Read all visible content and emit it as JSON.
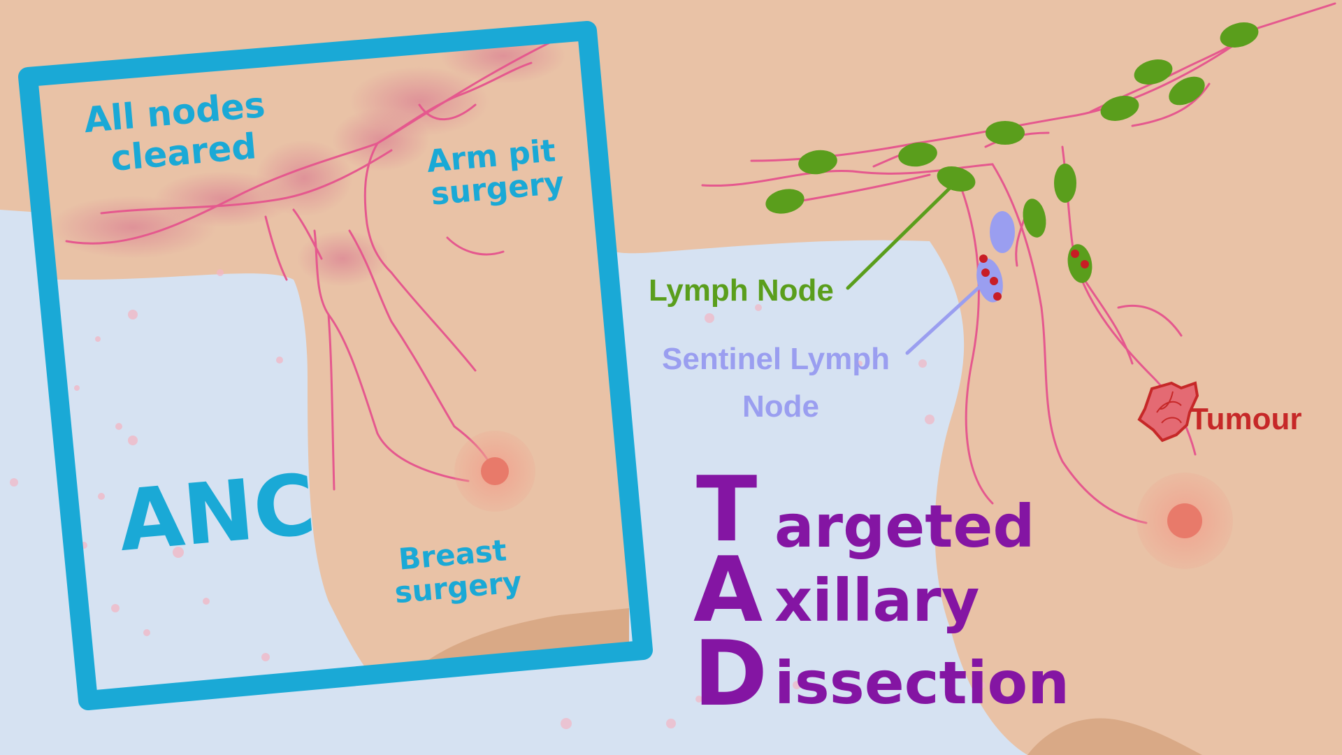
{
  "colors": {
    "skin": "#e9c2a6",
    "skin_shadow": "#d9a986",
    "background": "#d6e2f2",
    "frame": "#1aa9d6",
    "lymph_vessel": "#e5588e",
    "lymph_node": "#5a9e1c",
    "sentinel_node": "#9a9ef0",
    "cancer_dot": "#c81d25",
    "tumour": "#c62828",
    "nipple": "#e87a6a",
    "tad_purple": "#8415a3",
    "cleared_glow": "#dd8a96"
  },
  "inset": {
    "title": "ANC",
    "label_nodes": [
      "All nodes",
      "cleared"
    ],
    "label_armpit": [
      "Arm pit",
      "surgery"
    ],
    "label_breast": [
      "Breast",
      "surgery"
    ]
  },
  "diagram": {
    "lymph_node_label": "Lymph Node",
    "sentinel_label": [
      "Sentinel Lymph",
      "Node"
    ],
    "tumour_label": "Tumour"
  },
  "acronym": {
    "lines": [
      {
        "initial": "T",
        "rest": "argeted"
      },
      {
        "initial": "A",
        "rest": "xillary"
      },
      {
        "initial": "D",
        "rest": "issection"
      }
    ]
  }
}
